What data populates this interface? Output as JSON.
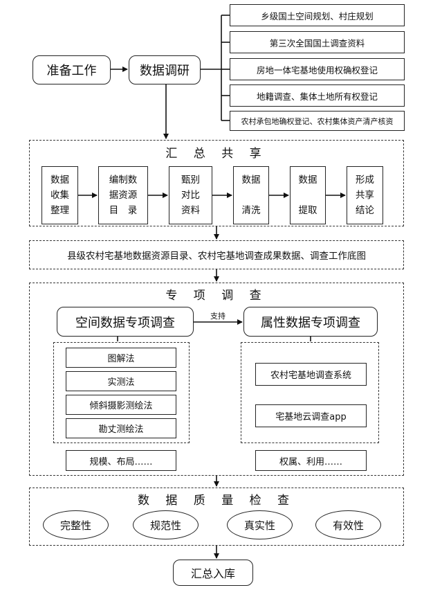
{
  "prep": "准备工作",
  "research": "数据调研",
  "sources": [
    "乡级国土空间规划、村庄规划",
    "第三次全国国土调查资料",
    "房地一体宅基地使用权确权登记",
    "地籍调查、集体土地所有权登记",
    "农村承包地确权登记、农村集体资产清产核资"
  ],
  "summary": {
    "title": "汇 总 共 享",
    "steps": [
      "数据\n收集\n整理",
      "编制数\n据资源\n目　录",
      "甄别\n对比\n资料",
      "数据\n\n清洗",
      "数据\n\n提取",
      "形成\n共享\n结论"
    ]
  },
  "outputs": "县级农村宅基地数据资源目录、农村宅基地调查成果数据、调查工作底图",
  "special": {
    "title": "专 项 调 查",
    "spatial": "空间数据专项调查",
    "support": "支持",
    "attribute": "属性数据专项调查",
    "spatial_methods": [
      "图解法",
      "实测法",
      "倾斜摄影测绘法",
      "勘丈测绘法"
    ],
    "spatial_scope": "规模、布局……",
    "attribute_tools": [
      "农村宅基地调查系统",
      "宅基地云调查app"
    ],
    "attribute_scope": "权属、利用……"
  },
  "quality": {
    "title": "数 据 质 量 检 查",
    "checks": [
      "完整性",
      "规范性",
      "真实性",
      "有效性"
    ]
  },
  "final": "汇总入库"
}
